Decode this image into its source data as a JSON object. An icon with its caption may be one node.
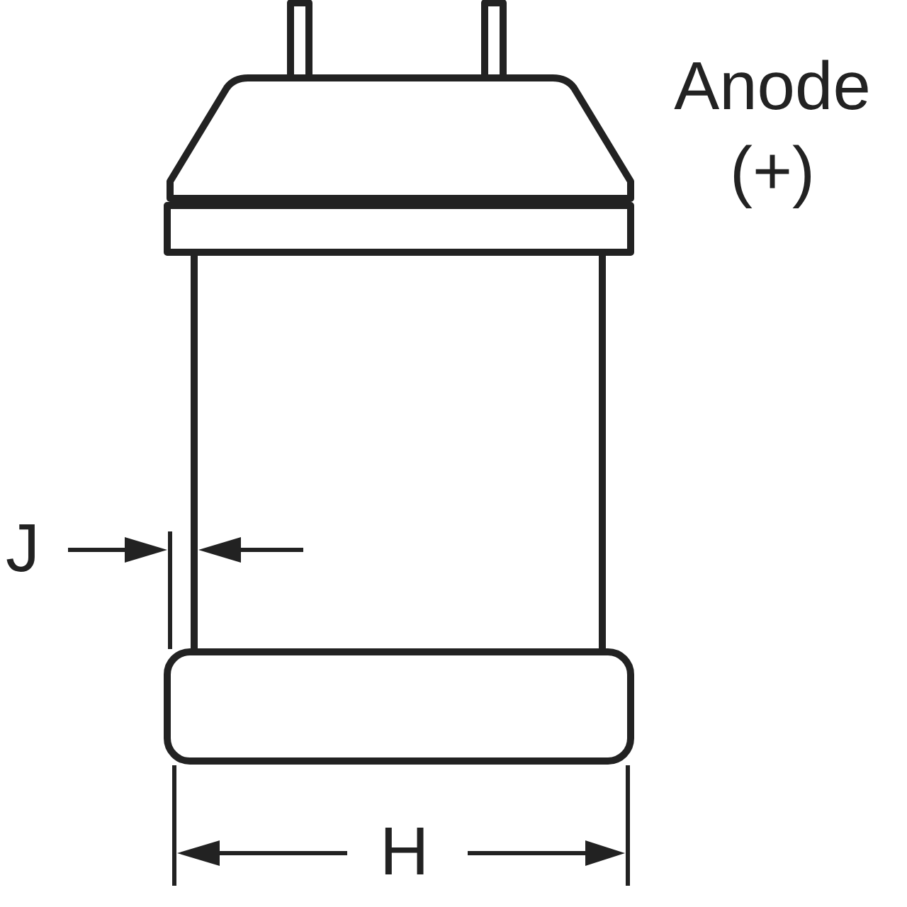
{
  "diagram": {
    "labels": [
      "Anode (+)",
      "J",
      "H"
    ]
  }
}
